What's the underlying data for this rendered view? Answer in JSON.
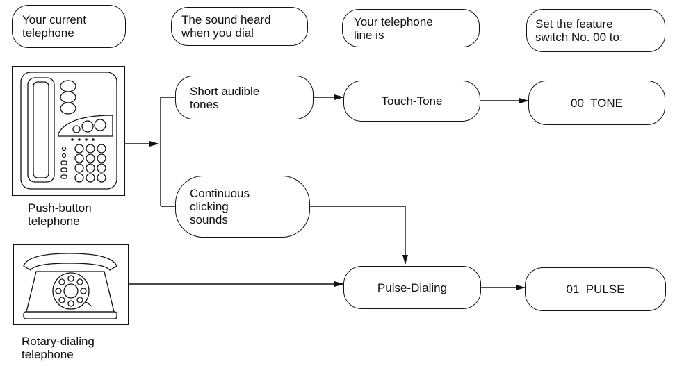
{
  "headers": {
    "current_phone": "Your current\ntelephone",
    "sound_heard": "The sound heard\nwhen you dial",
    "line_type": "Your telephone\nline is",
    "set_switch": "Set the feature\nswitch No. 00 to:"
  },
  "phones": {
    "push_button_label": "Push-button\ntelephone",
    "rotary_label": "Rotary-dialing\ntelephone"
  },
  "sounds": {
    "short_tones": "Short audible\ntones",
    "continuous_clicks": "Continuous\nclicking\nsounds"
  },
  "lines": {
    "touch_tone": "Touch-Tone",
    "pulse_dialing": "Pulse-Dialing"
  },
  "settings": {
    "tone": "00  TONE",
    "pulse": "01  PULSE"
  }
}
